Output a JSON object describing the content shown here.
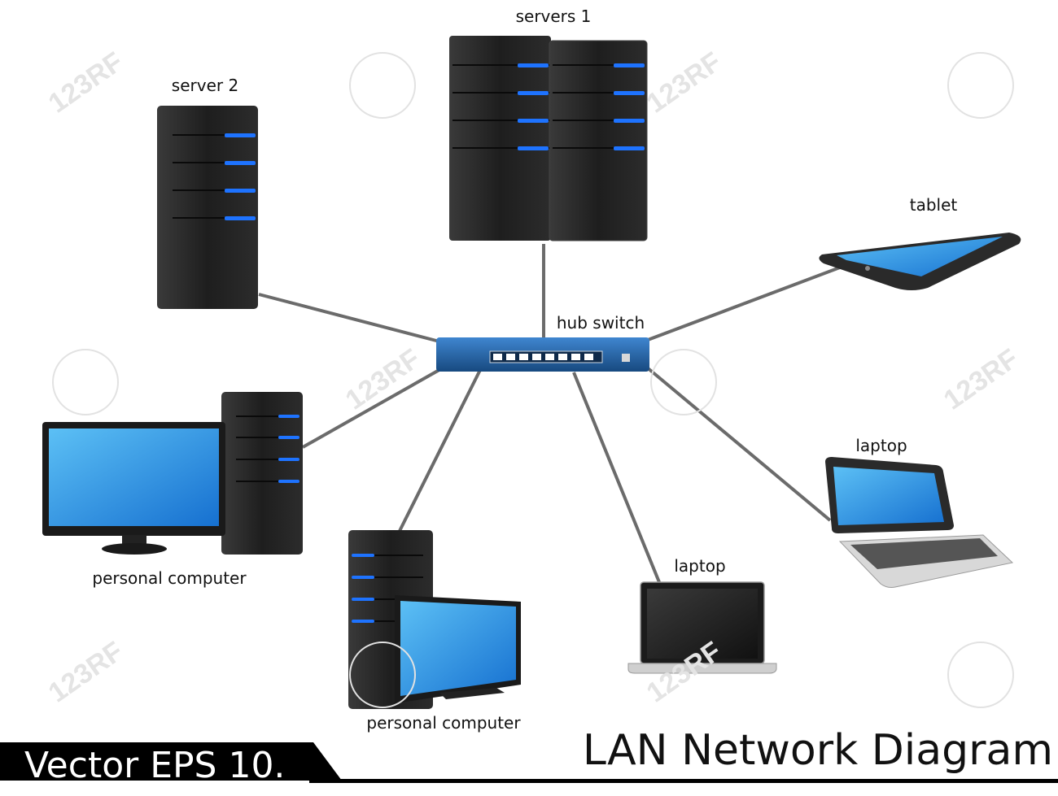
{
  "title": "LAN Network Diagram",
  "banner": "Vector EPS 10.",
  "watermark": "123RF",
  "nodes": {
    "servers_1": "servers 1",
    "server_2": "server 2",
    "tablet": "tablet",
    "hub_switch": "hub switch",
    "laptop_right": "laptop",
    "laptop_center": "laptop",
    "pc_left": "personal computer",
    "pc_center": "personal computer"
  },
  "colors": {
    "tower": "#1c1c1c",
    "led": "#1e73ff",
    "screen": "#2a93e6",
    "switch": "#1f5ea8",
    "cable": "#666666",
    "banner": "#000000"
  }
}
